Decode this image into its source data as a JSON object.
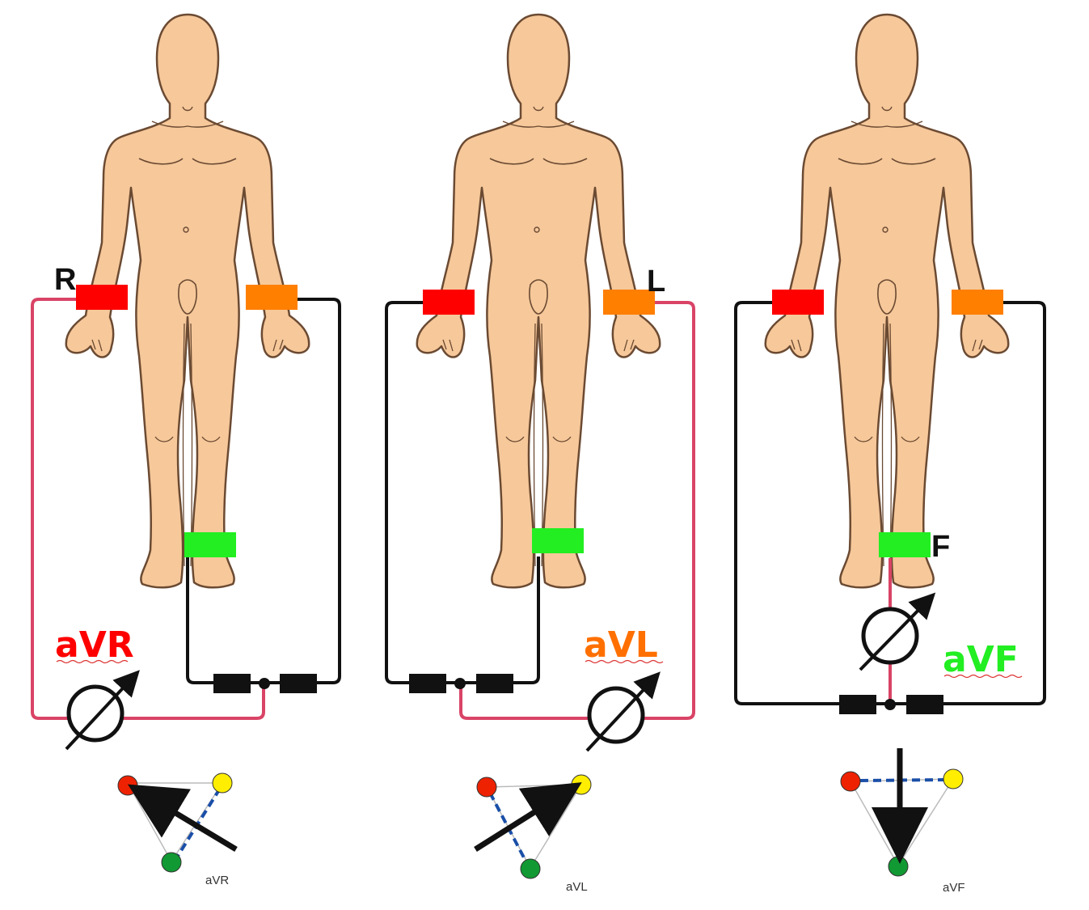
{
  "colors": {
    "skin": "#f6c89a",
    "skin_outline": "#6b4a32",
    "right_arm": "#ff0000",
    "left_arm": "#ff7f00",
    "foot": "#22ee22",
    "wire_red": "#d94466",
    "wire_black": "#111111",
    "triangle_red": "#ee2200",
    "triangle_yellow": "#ffee00",
    "triangle_green": "#119933",
    "dash_blue": "#1a4fa8"
  },
  "panels": [
    {
      "lead": "aVR",
      "lead_color": "#ff0000",
      "limb_letter": "R",
      "small_label": "aVR"
    },
    {
      "lead": "aVL",
      "lead_color": "#ff7000",
      "limb_letter": "L",
      "small_label": "aVL"
    },
    {
      "lead": "aVF",
      "lead_color": "#22ee22",
      "limb_letter": "F",
      "small_label": "aVF"
    }
  ]
}
